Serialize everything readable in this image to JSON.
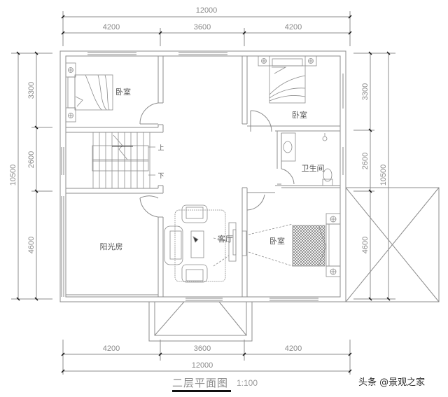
{
  "drawing": {
    "title": "二层平面图",
    "scale": "1:100",
    "watermark": "头条 @景观之家"
  },
  "dimensions": {
    "top_total": "12000",
    "top_segments": [
      "4200",
      "3600",
      "4200"
    ],
    "bottom_total": "12000",
    "bottom_segments": [
      "4200",
      "3600",
      "4200"
    ],
    "left_total": "10500",
    "left_segments": [
      "3300",
      "2600",
      "4600"
    ],
    "right_total": "10500",
    "right_segments": [
      "3300",
      "2600",
      "4600"
    ]
  },
  "rooms": {
    "bedroom_nw": "卧室",
    "bedroom_ne": "卧室",
    "bathroom": "卫生间",
    "sunroom": "阳光房",
    "living_room": "客厅",
    "bedroom_se": "卧室"
  },
  "stairs": {
    "up_label": "上",
    "down_label": "下"
  },
  "colors": {
    "wall": "#8c8c8c",
    "dimension": "#9a9a9a",
    "text": "#555555"
  }
}
